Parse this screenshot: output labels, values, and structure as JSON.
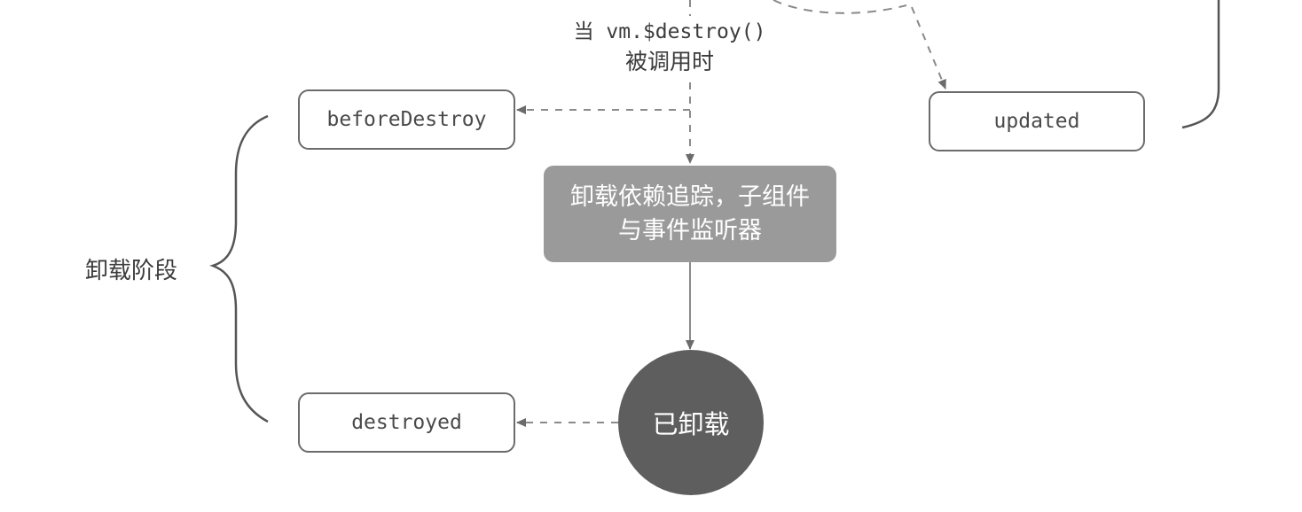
{
  "trigger": {
    "line1": "当 vm.$destroy()",
    "line2": "被调用时"
  },
  "hooks": {
    "before_destroy": "beforeDestroy",
    "destroyed": "destroyed",
    "updated": "updated"
  },
  "process": {
    "line1": "卸载依赖追踪，子组件",
    "line2": "与事件监听器"
  },
  "state": {
    "label": "已卸载"
  },
  "phase": {
    "label": "卸载阶段"
  },
  "colors": {
    "line": "#6b6b6b",
    "process_fill": "#9a9a9a",
    "state_fill": "#5e5e5e",
    "text": "#3c3c3c"
  }
}
